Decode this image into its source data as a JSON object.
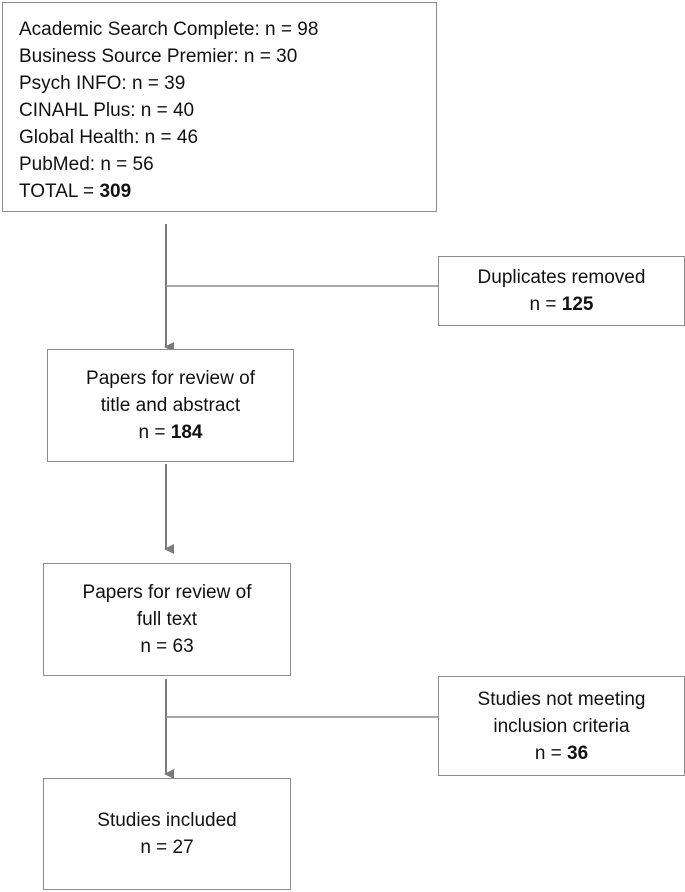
{
  "sources": {
    "items": [
      {
        "label": "Academic Search Complete: n = 98"
      },
      {
        "label": "Business Source Premier: n = 30"
      },
      {
        "label": "Psych INFO: n = 39"
      },
      {
        "label": "CINAHL Plus: n = 40"
      },
      {
        "label": "Global Health: n = 46"
      },
      {
        "label": "PubMed: n = 56"
      }
    ],
    "total_prefix": "TOTAL = ",
    "total_value": "309"
  },
  "duplicates": {
    "title": "Duplicates removed",
    "count_prefix": "n = ",
    "count": "125"
  },
  "screening": {
    "line1": "Papers for review of",
    "line2": "title and abstract",
    "count_prefix": "n = ",
    "count": "184"
  },
  "fulltext": {
    "line1": "Papers for review of",
    "line2": "full text",
    "count": "n = 63"
  },
  "excluded": {
    "line1": "Studies not meeting",
    "line2": "inclusion criteria",
    "count_prefix": "n = ",
    "count": "36"
  },
  "included": {
    "title": "Studies included",
    "count": "n = 27"
  },
  "colors": {
    "border": "#8c8c8c",
    "arrow": "#7a7a7a"
  }
}
